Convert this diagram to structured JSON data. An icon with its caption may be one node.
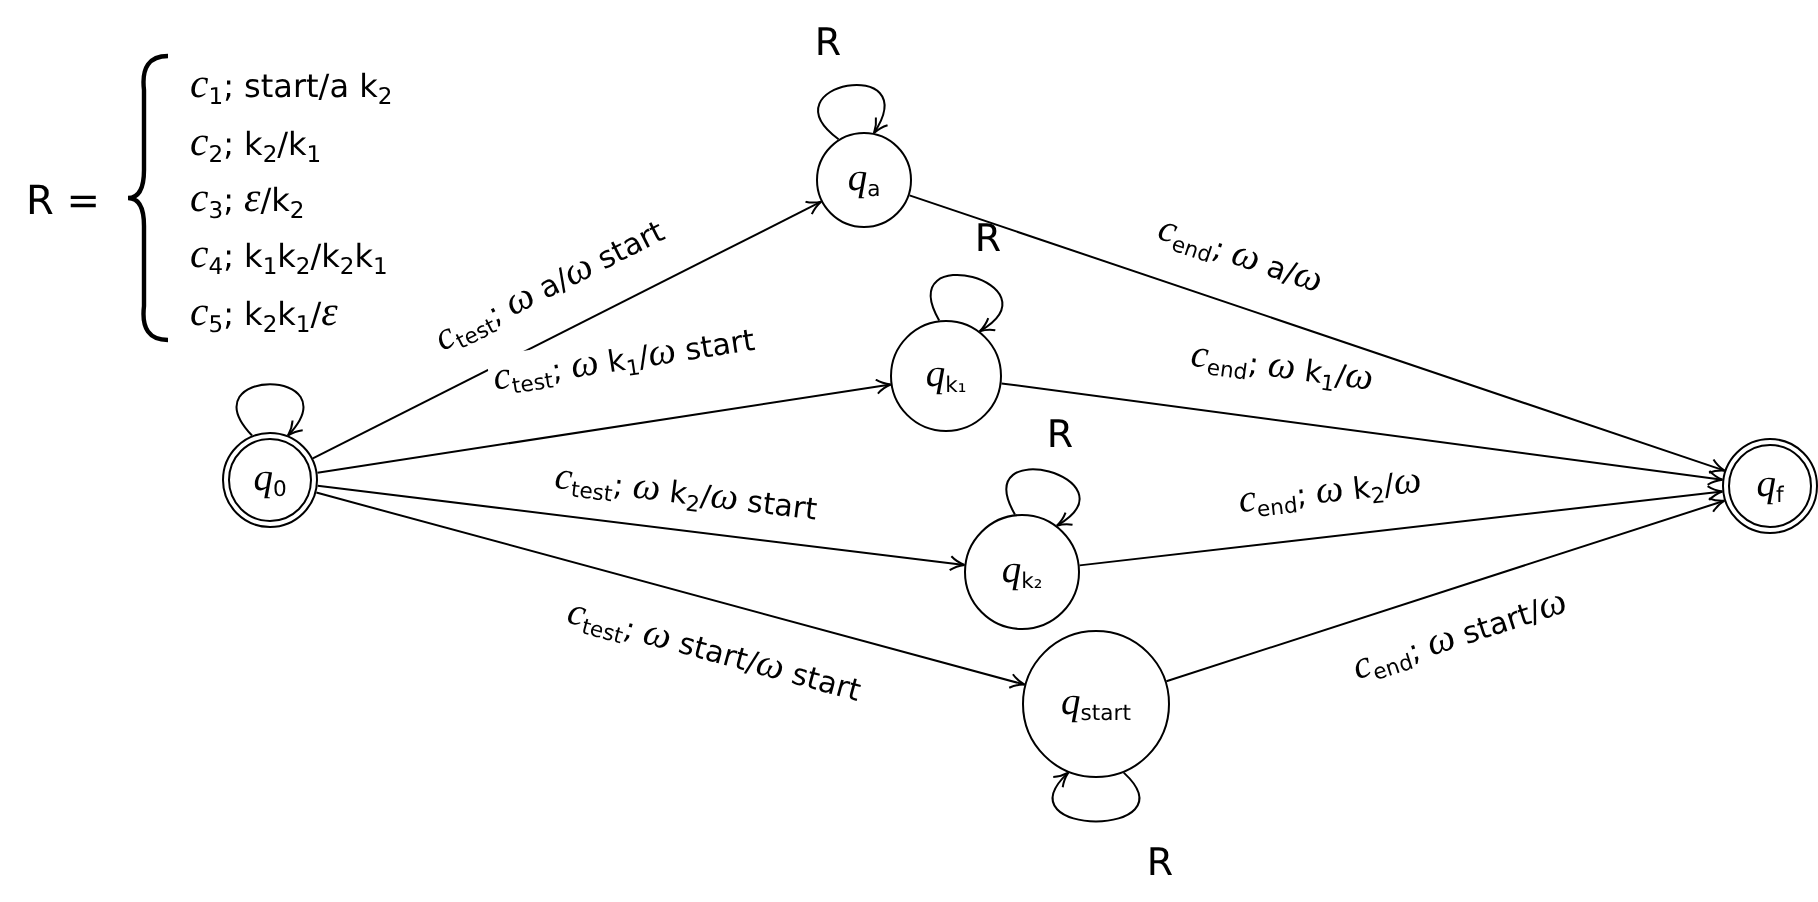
{
  "diagram": {
    "nodes": [
      {
        "text": [
          "*q*$_{0}$"
        ]
      },
      {
        "text": [
          "*q*$_{a}$"
        ]
      },
      {
        "text": [
          "*q*$_{k₁}$"
        ]
      },
      {
        "text": [
          "*q*$_{k₂}$"
        ]
      },
      {
        "text": [
          "*q*$_{start}$"
        ]
      },
      {
        "text": [
          "*q*$_{f}$"
        ]
      }
    ],
    "edges": [
      {
        "from": 0,
        "to": 0,
        "arrow": "to"
      },
      {
        "from": 0,
        "to": 1,
        "arrow": "to",
        "label": "*c*$_{test}$; *ω* a/*ω* start"
      },
      {
        "from": 0,
        "to": 2,
        "arrow": "to",
        "label": "*c*$_{test}$; *ω* k$_{1}$/*ω* start"
      },
      {
        "from": 0,
        "to": 3,
        "arrow": "to",
        "label": "*c*$_{test}$; *ω* k$_{2}$/*ω* start"
      },
      {
        "from": 0,
        "to": 4,
        "arrow": "to",
        "label": "*c*$_{test}$; *ω* start/*ω* start"
      },
      {
        "from": 1,
        "to": 1,
        "arrow": "to",
        "label": "R"
      },
      {
        "from": 2,
        "to": 2,
        "arrow": "to",
        "label": "R"
      },
      {
        "from": 3,
        "to": 3,
        "arrow": "to",
        "label": "R"
      },
      {
        "from": 4,
        "to": 4,
        "arrow": "to",
        "label": "R"
      },
      {
        "from": 1,
        "to": 5,
        "arrow": "to",
        "label": "*c*$_{end}$; *ω* a/*ω*"
      },
      {
        "from": 2,
        "to": 5,
        "arrow": "to",
        "label": "*c*$_{end}$; *ω* k$_{1}$/*ω*"
      },
      {
        "from": 3,
        "to": 5,
        "arrow": "to",
        "label": "*c*$_{end}$; *ω* k$_{2}$/*ω*"
      },
      {
        "from": 4,
        "to": 5,
        "arrow": "to",
        "label": "*c*$_{end}$; *ω* start/*ω*"
      }
    ],
    "labels": [
      "R =",
      "*c*$_{1}$; start/a k$_{2}$",
      "*c*$_{2}$; k$_{2}$/k$_{1}$",
      "*c*$_{3}$; *ε*/k$_{2}$",
      "*c*$_{4}$; k$_{1}$k$_{2}$/k$_{2}$k$_{1}$",
      "*c*$_{5}$; k$_{2}$k$_{1}$/*ε*"
    ]
  }
}
